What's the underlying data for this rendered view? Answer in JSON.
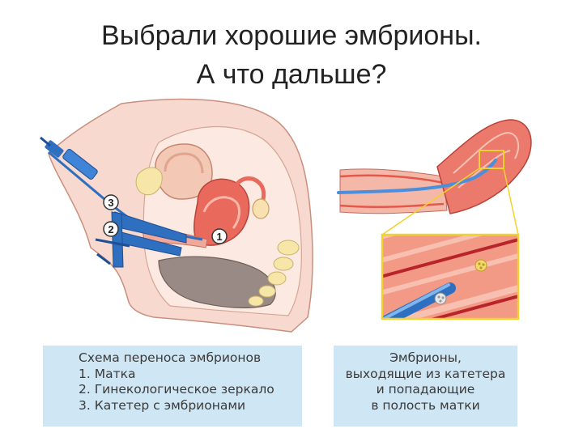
{
  "title": {
    "line1": "Выбрали хорошие эмбрионы.",
    "line2": "А что дальше?"
  },
  "markers": [
    "1",
    "2",
    "3"
  ],
  "caption_left": {
    "title": "Схема переноса эмбрионов",
    "items": [
      "1. Матка",
      "2. Гинекологическое зеркало",
      "3. Катетер с эмбрионами"
    ]
  },
  "caption_right": {
    "lines": [
      "Эмбрионы,",
      "выходящие из катетера",
      "и попадающие",
      "в полость матки"
    ]
  },
  "colors": {
    "caption_bg": "#cfe6f4",
    "instrument_blue": "#2f6fc0",
    "uterus_red": "#e4574b",
    "tissue_pink": "#f5c6b8",
    "zoom_yellow": "#f2d22e"
  }
}
